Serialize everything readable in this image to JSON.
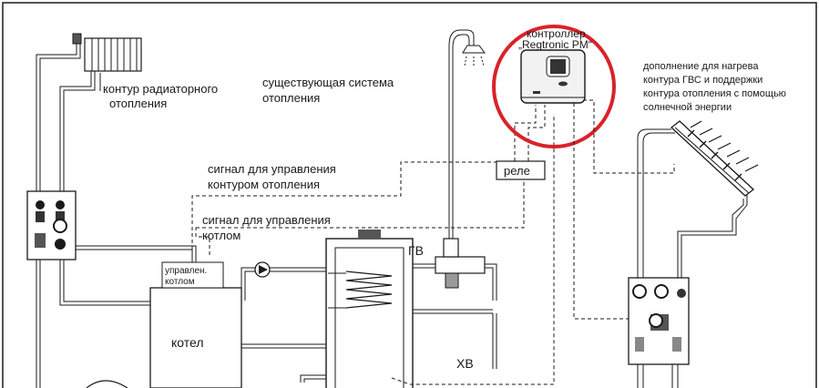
{
  "labels": {
    "radiator_circuit_line1": "контур радиаторного",
    "radiator_circuit_line2": "отопления",
    "existing_system_line1": "существующая система",
    "existing_system_line2": "отопления",
    "signal_heating_line1": "сигнал для управления",
    "signal_heating_line2": "контуром отопления",
    "signal_boiler_line1": "сигнал для управления",
    "signal_boiler_line2": "котлом",
    "boiler_control_line1": "управлен.",
    "boiler_control_line2": "котлом",
    "boiler": "котел",
    "hot_water": "ГВ",
    "cold_water": "ХВ",
    "relay": "реле",
    "controller_line1": "контроллер",
    "controller_line2": "„Regtronic PM“",
    "solar_addon_line1": "дополнение для нагрева",
    "solar_addon_line2": "контура ГВС и поддержки",
    "solar_addon_line3": "контура отопления с помощью",
    "solar_addon_line4": "солнечной энергии"
  },
  "colors": {
    "line": "#1a1a1a",
    "highlight_circle": "#d8232a",
    "controller_body": "#f2f2f2"
  }
}
